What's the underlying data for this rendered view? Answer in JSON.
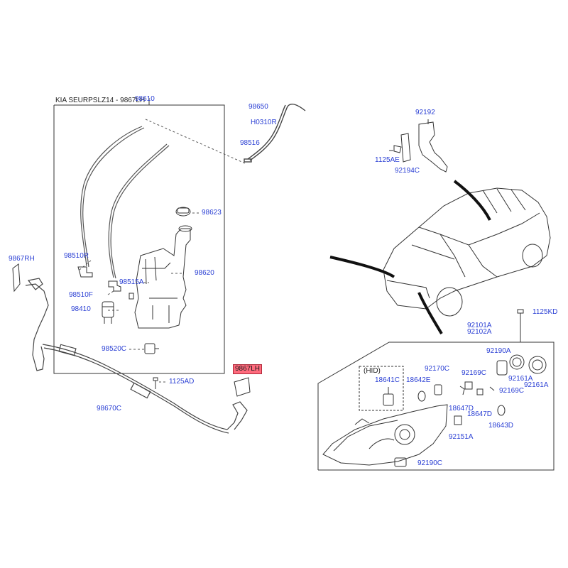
{
  "diagram": {
    "title": "KIA SEURPSLZ14 - 9867LH",
    "colors": {
      "label": "#2a3fd4",
      "line": "#333333",
      "highlight": "#ff6b7d"
    },
    "washer_group": {
      "assembly": "98610",
      "hose_set": "98650",
      "hose": "H0310R",
      "nozzle": "98516",
      "cap": "98623",
      "reservoir": "98620",
      "hose_r": "98510R",
      "hose_f": "98510F",
      "valve": "98515A",
      "pump": "98410",
      "level_switch": "98520C",
      "bolt": "1125AD",
      "cap_rh": "9867RH",
      "cap_lh": "9867LH",
      "headlamp_hose": "98670C"
    },
    "leveling_group": {
      "sensor": "92192",
      "bolt": "1125AE",
      "link": "92194C"
    },
    "headlamp_group": {
      "bolt": "1125KD",
      "lamp_lh": "92101A",
      "lamp_rh": "92102A",
      "hid_label": "(HID)",
      "hid_bulb": "18641C",
      "bulb_e": "18642E",
      "socket_c": "92170C",
      "cap_a": "92190A",
      "holder_c1": "92169C",
      "holder_c2": "92169C",
      "cover_a1": "92161A",
      "cover_a2": "92161A",
      "bulb_d1": "18647D",
      "bulb_d2": "18647D",
      "bulb_d3": "18643D",
      "socket_a": "92151A",
      "cover_c": "92190C"
    }
  }
}
